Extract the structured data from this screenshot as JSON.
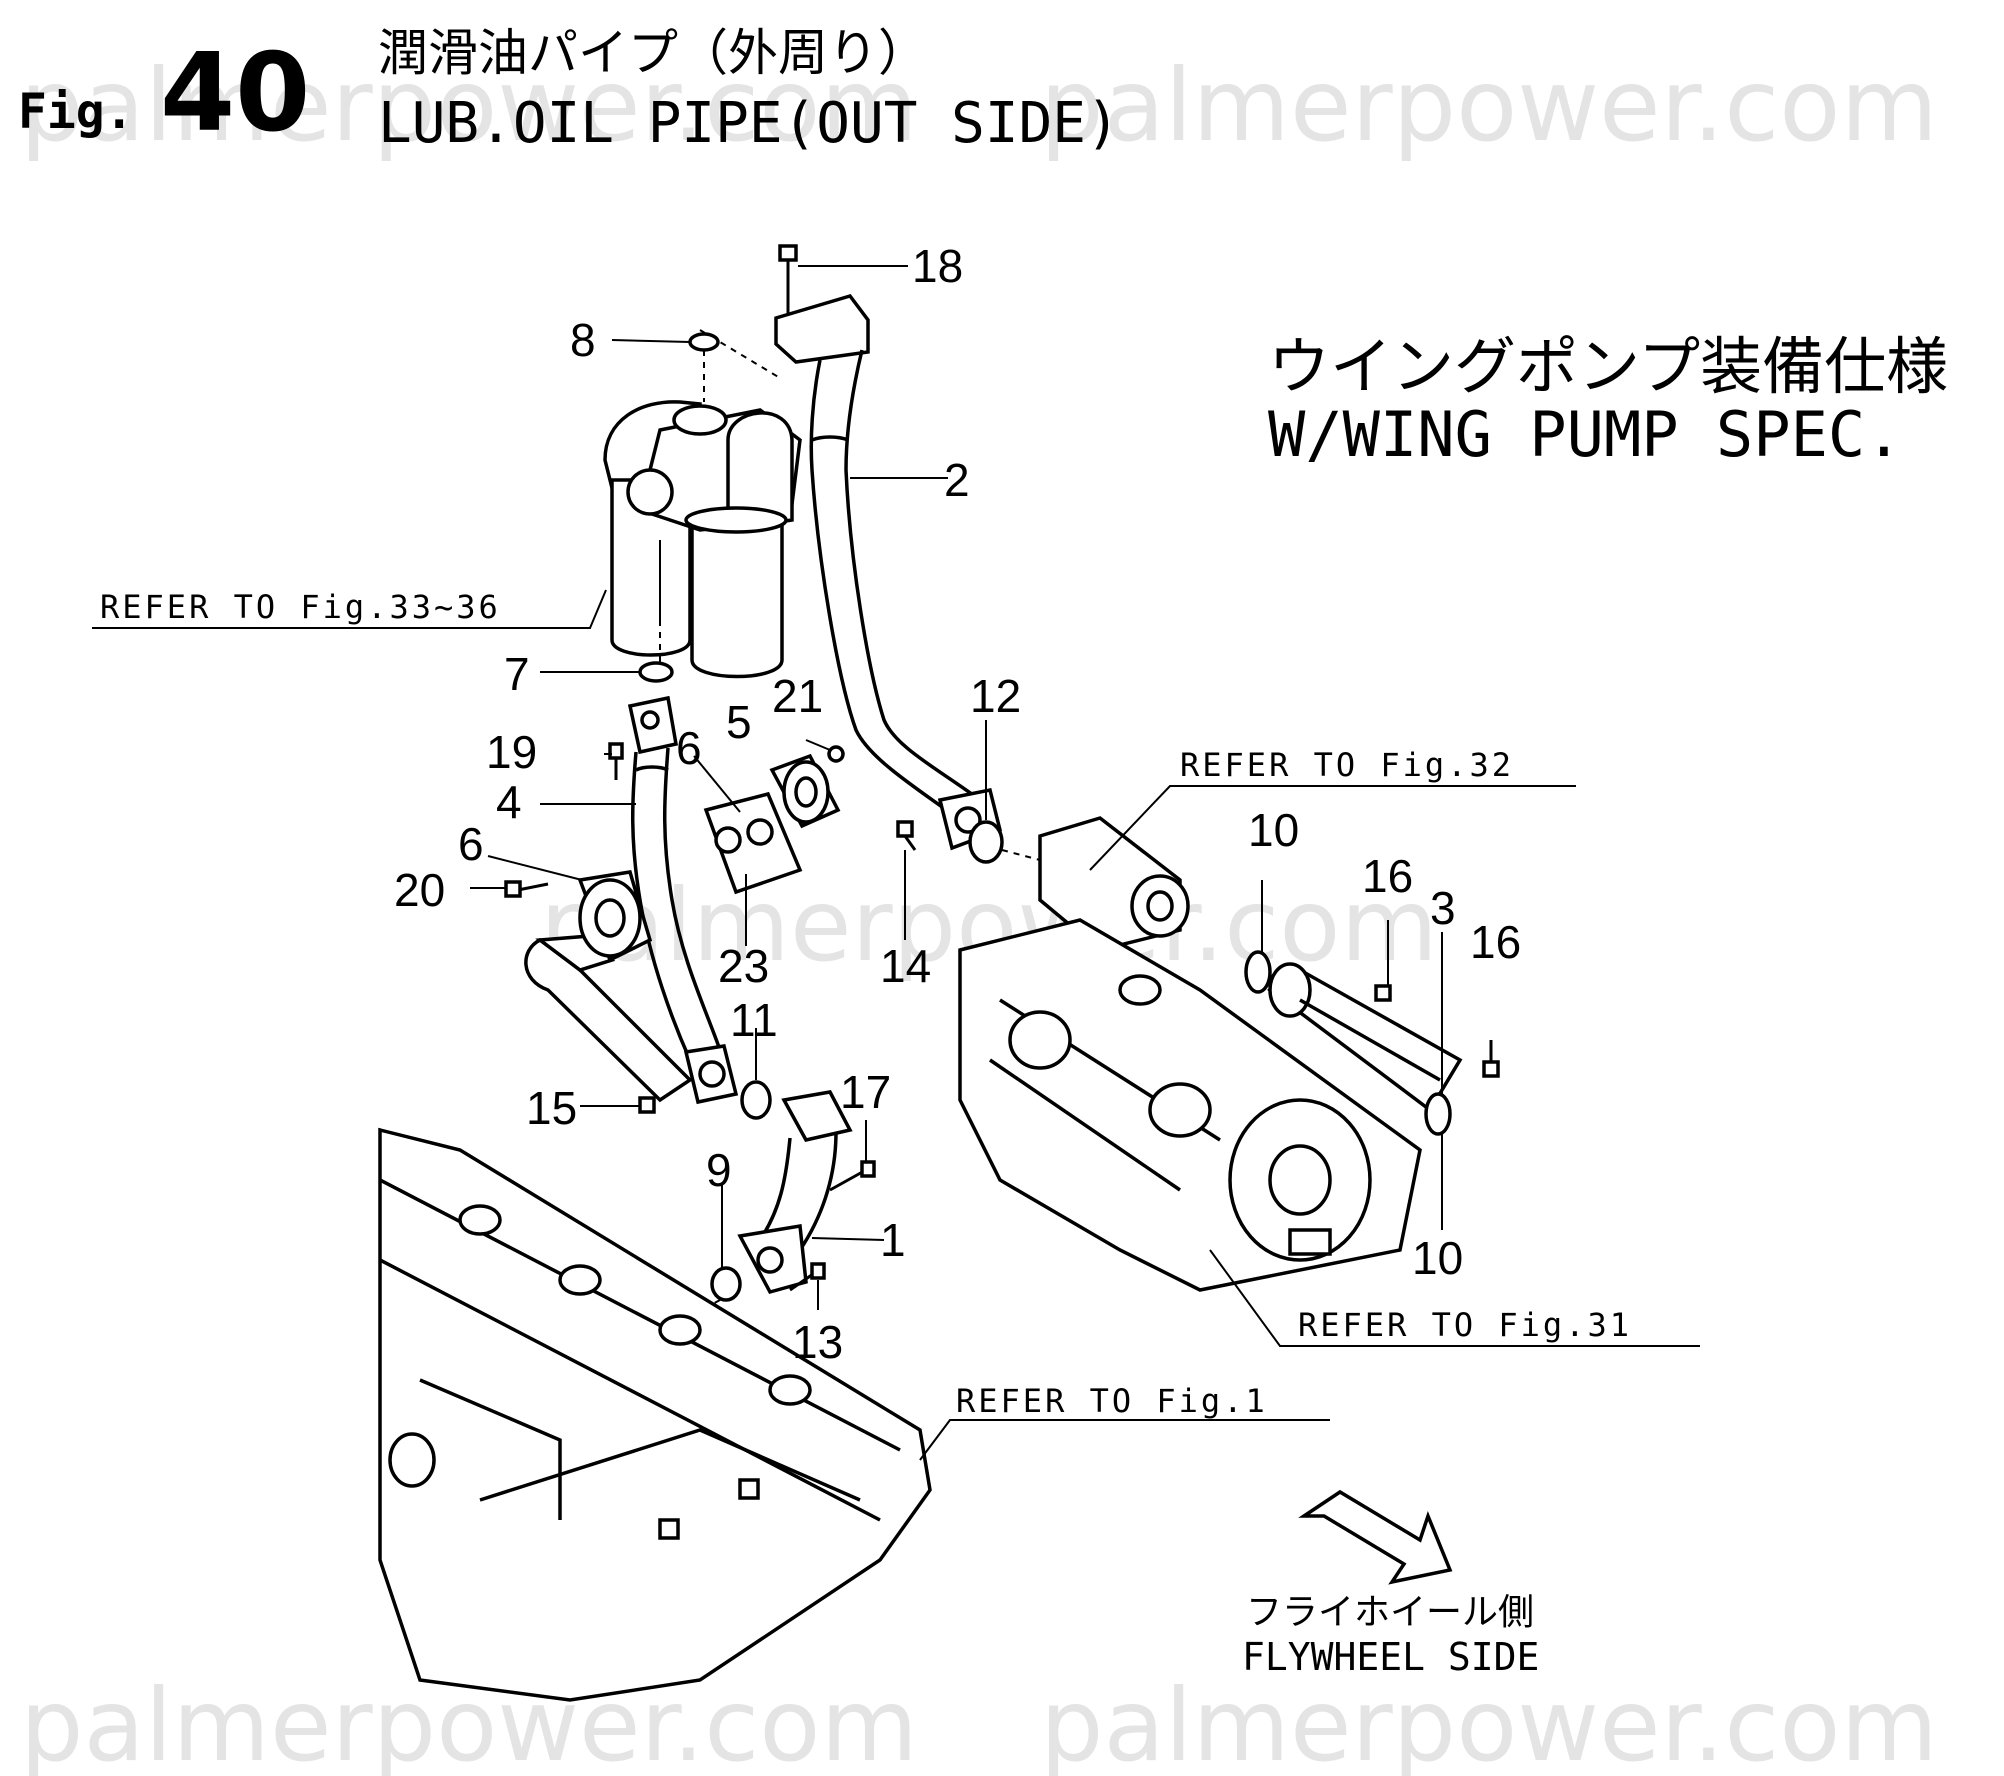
{
  "header": {
    "fig_prefix": "Fig.",
    "fig_number": "40",
    "title_jp": "潤滑油パイプ（外周り）",
    "title_en": "LUB.OIL PIPE(OUT SIDE)"
  },
  "spec": {
    "jp": "ウイングポンプ装備仕様",
    "en": "W/WING PUMP SPEC."
  },
  "references": {
    "fig33_36": "REFER TO Fig.33~36",
    "fig32": "REFER TO Fig.32",
    "fig31": "REFER TO Fig.31",
    "fig1": "REFER TO Fig.1"
  },
  "callouts": [
    "18",
    "8",
    "2",
    "7",
    "21",
    "5",
    "12",
    "19",
    "6",
    "4",
    "6",
    "20",
    "23",
    "14",
    "11",
    "15",
    "17",
    "9",
    "1",
    "13",
    "10",
    "16",
    "3",
    "16",
    "10"
  ],
  "direction": {
    "jp": "フライホイール側",
    "en": "FLYWHEEL SIDE"
  },
  "watermark": "palmerpower.com"
}
